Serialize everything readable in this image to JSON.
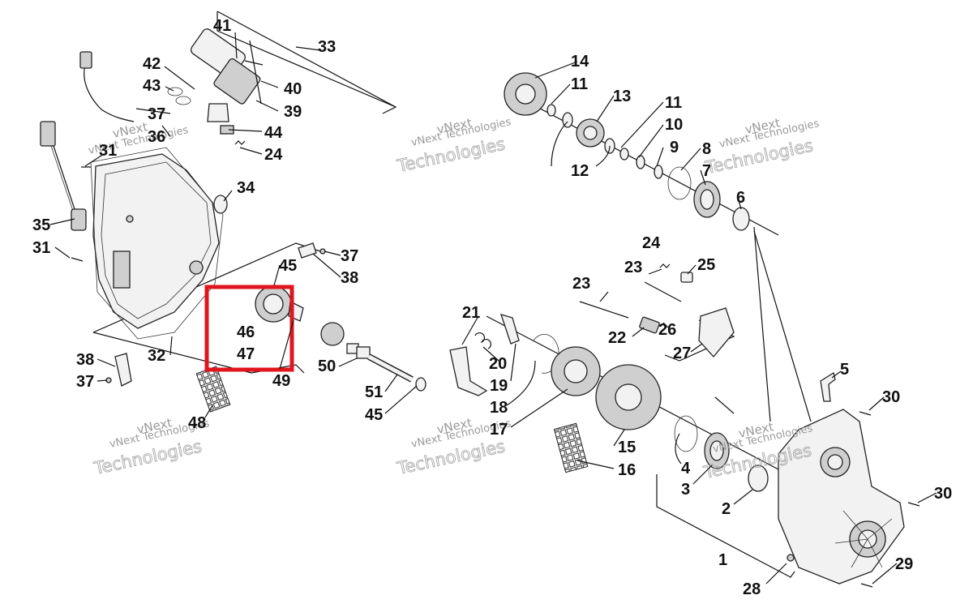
{
  "watermark": {
    "brand": "vNext Technologies",
    "first": "vNext",
    "second": "Technologies"
  },
  "highlight_color": "#e0161c",
  "callouts": {
    "c1": "1",
    "c2": "2",
    "c3": "3",
    "c4": "4",
    "c5": "5",
    "c6": "6",
    "c7": "7",
    "c8": "8",
    "c9": "9",
    "c10": "10",
    "c11a": "11",
    "c11b": "11",
    "c12": "12",
    "c13": "13",
    "c14": "14",
    "c15": "15",
    "c16": "16",
    "c17": "17",
    "c18": "18",
    "c19": "19",
    "c20": "20",
    "c21": "21",
    "c22": "22",
    "c23a": "23",
    "c23b": "23",
    "c24a": "24",
    "c24b": "24",
    "c25": "25",
    "c26": "26",
    "c27": "27",
    "c28": "28",
    "c29": "29",
    "c30a": "30",
    "c30b": "30",
    "c31a": "31",
    "c31b": "31",
    "c32": "32",
    "c33": "33",
    "c34": "34",
    "c35": "35",
    "c36": "36",
    "c37a": "37",
    "c37b": "37",
    "c37c": "37",
    "c38a": "38",
    "c38b": "38",
    "c39": "39",
    "c40": "40",
    "c41": "41",
    "c42": "42",
    "c43": "43",
    "c44": "44",
    "c45a": "45",
    "c45b": "45",
    "c46": "46",
    "c47": "47",
    "c48": "48",
    "c49": "49",
    "c50": "50",
    "c51": "51"
  }
}
